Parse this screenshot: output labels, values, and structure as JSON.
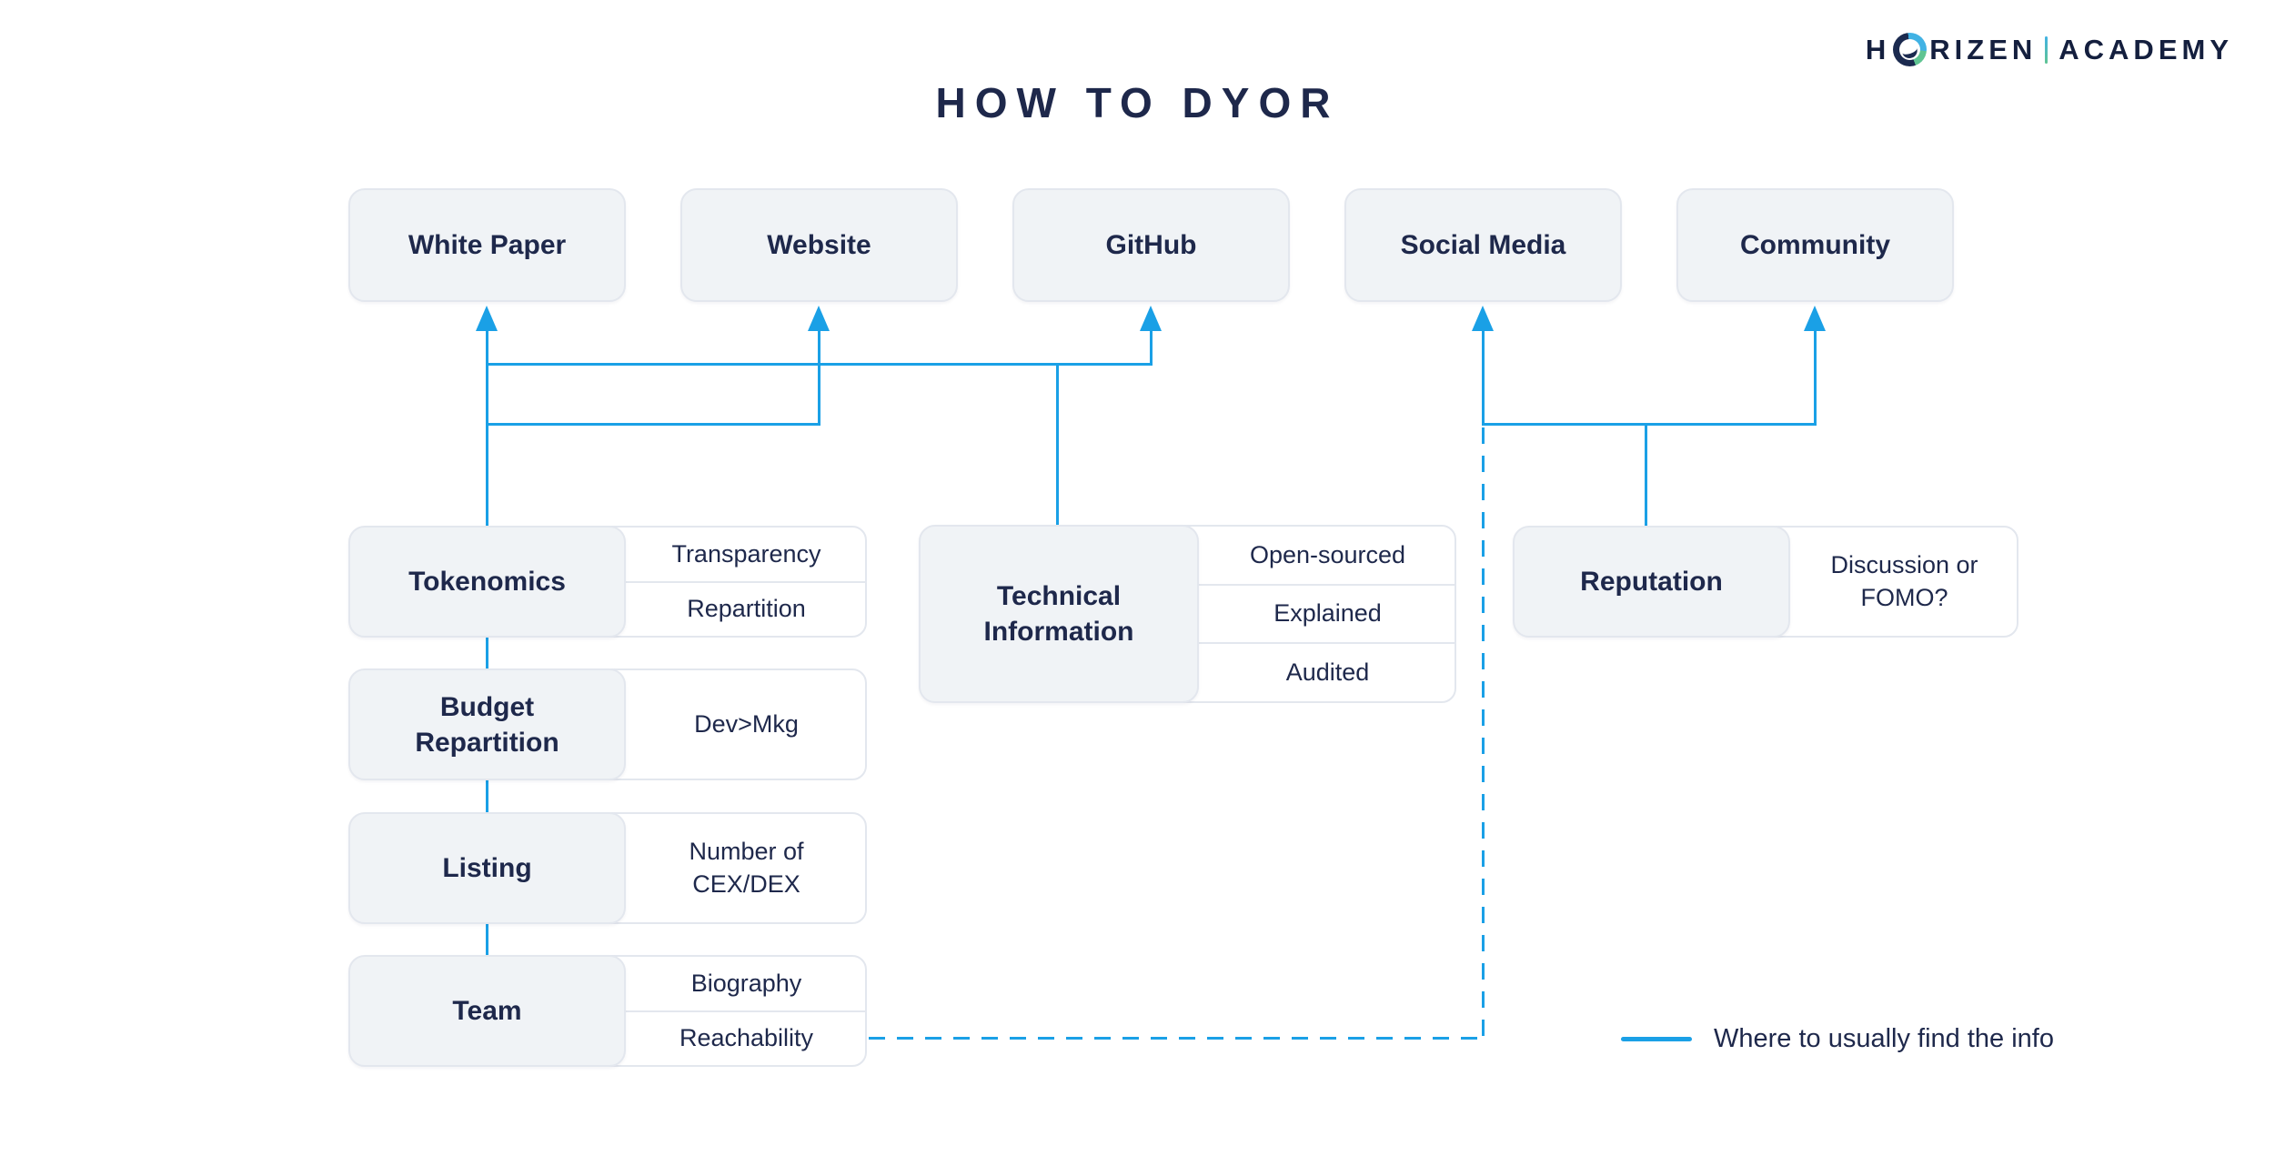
{
  "brand": {
    "word1_start": "H",
    "word1_end": "RIZEN",
    "word2": "ACADEMY",
    "o_icon": "horizen-swirl-logo"
  },
  "title": "HOW TO DYOR",
  "sources": [
    {
      "label": "White Paper"
    },
    {
      "label": "Website"
    },
    {
      "label": "GitHub"
    },
    {
      "label": "Social Media"
    },
    {
      "label": "Community"
    }
  ],
  "topics": [
    {
      "label": "Tokenomics",
      "details": [
        "Transparency",
        "Repartition"
      ]
    },
    {
      "label": "Budget Repartition",
      "details": [
        "Dev>Mkg"
      ]
    },
    {
      "label": "Listing",
      "details": [
        "Number of CEX/DEX"
      ]
    },
    {
      "label": "Team",
      "details": [
        "Biography",
        "Reachability"
      ]
    },
    {
      "label": "Technical Information",
      "details": [
        "Open-sourced",
        "Explained",
        "Audited"
      ]
    },
    {
      "label": "Reputation",
      "details": [
        "Discussion or FOMO?"
      ]
    }
  ],
  "legend": {
    "label": "Where to usually find the info"
  },
  "colors": {
    "line_blue": "#1aa0e6",
    "navy": "#1e284b",
    "box_fill": "#f0f3f6",
    "box_border": "#e3e7ee"
  }
}
